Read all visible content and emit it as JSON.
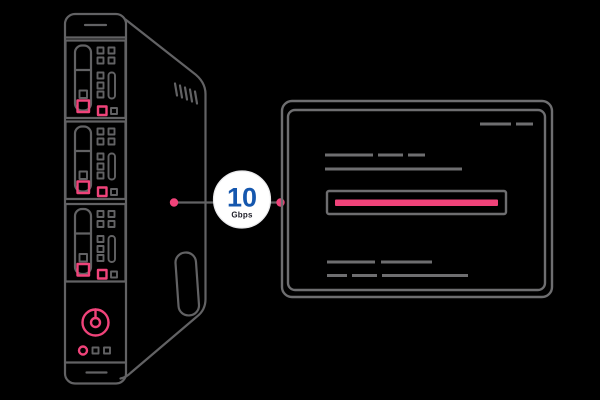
{
  "badge": {
    "value": "10",
    "unit": "Gbps"
  },
  "colors": {
    "background": "#000000",
    "outline": "#626264",
    "outline_soft": "#6e6e70",
    "accent_pink": "#F0437A",
    "accent_blue": "#1557AE",
    "badge_bg": "#FFFFFF",
    "badge_border": "#E9E9EB",
    "badge_unit": "#20202A"
  },
  "diagram": {
    "type": "hardware-connection-illustration",
    "left_node": "modular-tower-server",
    "right_node": "display-screen-with-progress-bar",
    "link_label": "10 Gbps"
  }
}
